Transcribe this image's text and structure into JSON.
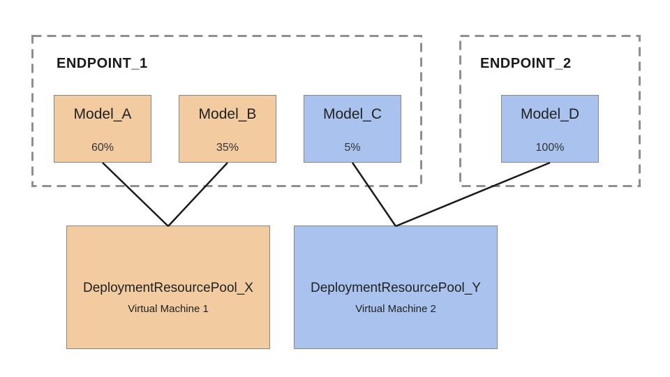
{
  "colors": {
    "orange": "#f2cba0",
    "blue": "#a9c3ee",
    "box_border": "#868686",
    "dashed_border": "#8f8f8f",
    "connector_line": "#1a1a1a",
    "text": "#212121"
  },
  "endpoints": [
    {
      "id": "endpoint-1",
      "label": "ENDPOINT_1",
      "models": [
        {
          "id": "model-a",
          "name": "Model_A",
          "traffic": "60%",
          "color_key": "orange"
        },
        {
          "id": "model-b",
          "name": "Model_B",
          "traffic": "35%",
          "color_key": "orange"
        },
        {
          "id": "model-c",
          "name": "Model_C",
          "traffic": "5%",
          "color_key": "blue"
        }
      ]
    },
    {
      "id": "endpoint-2",
      "label": "ENDPOINT_2",
      "models": [
        {
          "id": "model-d",
          "name": "Model_D",
          "traffic": "100%",
          "color_key": "blue"
        }
      ]
    }
  ],
  "pools": [
    {
      "id": "pool-x",
      "name": "DeploymentResourcePool_X",
      "machine": "Virtual Machine 1",
      "color_key": "orange"
    },
    {
      "id": "pool-y",
      "name": "DeploymentResourcePool_Y",
      "machine": "Virtual Machine 2",
      "color_key": "blue"
    }
  ],
  "connections": [
    {
      "from": "model-a",
      "to": "pool-x"
    },
    {
      "from": "model-b",
      "to": "pool-x"
    },
    {
      "from": "model-c",
      "to": "pool-y"
    },
    {
      "from": "model-d",
      "to": "pool-y"
    }
  ]
}
